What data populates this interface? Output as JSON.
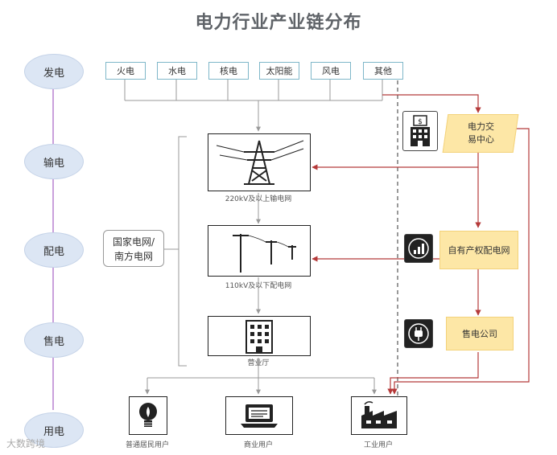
{
  "title": "电力行业产业链分布",
  "stages": [
    "发电",
    "输电",
    "配电",
    "售电",
    "用电"
  ],
  "sources": [
    "火电",
    "水电",
    "核电",
    "太阳能",
    "风电",
    "其他"
  ],
  "grid_operator": "国家电网/南方电网",
  "grid_operator_lines": [
    "国家电网/",
    "南方电网"
  ],
  "captions": {
    "transmission": "220kV及以上输电网",
    "distribution": "110kV及以下配电网",
    "hall": "营业厅"
  },
  "market": {
    "exchange_lines": [
      "电力交",
      "易中心"
    ],
    "private_grid": "自有产权配电网",
    "retail": "售电公司"
  },
  "users": [
    "普通居民用户",
    "商业用户",
    "工业用户"
  ],
  "watermark": "大数跨境",
  "icons": {
    "exchange": "bank-building-icon",
    "private_grid": "chart-icon",
    "retail": "plug-icon",
    "transmission": "power-tower-icon",
    "distribution": "utility-pole-icon",
    "hall": "office-building-icon",
    "resident": "lightbulb-icon",
    "commercial": "laptop-icon",
    "industrial": "factory-icon"
  },
  "colors": {
    "stage_fill": "#dce6f4",
    "orange_fill": "#fde7a6",
    "red_line": "#b53a3a",
    "grey_line": "#999999"
  }
}
